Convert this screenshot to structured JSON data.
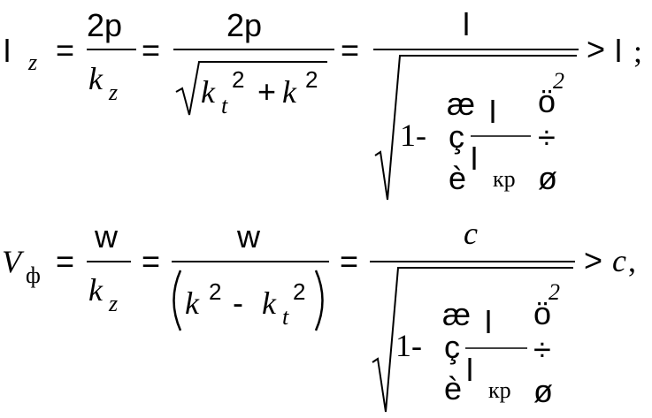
{
  "equations": {
    "eq1": {
      "lhs_main": "l",
      "lhs_sub": "z",
      "eq_sign": "=",
      "frac1_num": "2p",
      "frac1_den_main": "k",
      "frac1_den_sub": "z",
      "frac2_num": "2p",
      "frac2_den_k1": "k",
      "frac2_den_k1_sub": "t",
      "frac2_den_k1_sup": "2",
      "frac2_den_plus": "+",
      "frac2_den_k2": "k",
      "frac2_den_k2_sup": "2",
      "frac3_num": "l",
      "rad_one_minus": "1-",
      "paren_ae": "æ",
      "paren_c": "ç",
      "paren_e": "è",
      "paren_o": "ö",
      "paren_dots": "÷",
      "paren_o_slash": "ø",
      "inner_num": "l",
      "inner_den_main": "l",
      "inner_den_sub": "кр",
      "paren_sup": "2",
      "rel": ">",
      "rhs": "l",
      "tail": ";"
    },
    "eq2": {
      "lhs_main": "V",
      "lhs_sub": "ф",
      "eq_sign": "=",
      "frac1_num": "w",
      "frac1_den_main": "k",
      "frac1_den_sub": "z",
      "frac2_num": "w",
      "frac2_den_k1": "k",
      "frac2_den_k1_sup": "2",
      "frac2_den_minus": "-",
      "frac2_den_k2": "k",
      "frac2_den_k2_sub": "t",
      "frac2_den_k2_sup": "2",
      "frac3_num": "c",
      "rad_one_minus": "1-",
      "paren_ae": "æ",
      "paren_c": "ç",
      "paren_e": "è",
      "paren_o": "ö",
      "paren_dots": "÷",
      "paren_o_slash": "ø",
      "inner_num": "l",
      "inner_den_main": "l",
      "inner_den_sub": "кр",
      "paren_sup": "2",
      "rel": ">",
      "rhs": "c",
      "tail": ","
    }
  }
}
